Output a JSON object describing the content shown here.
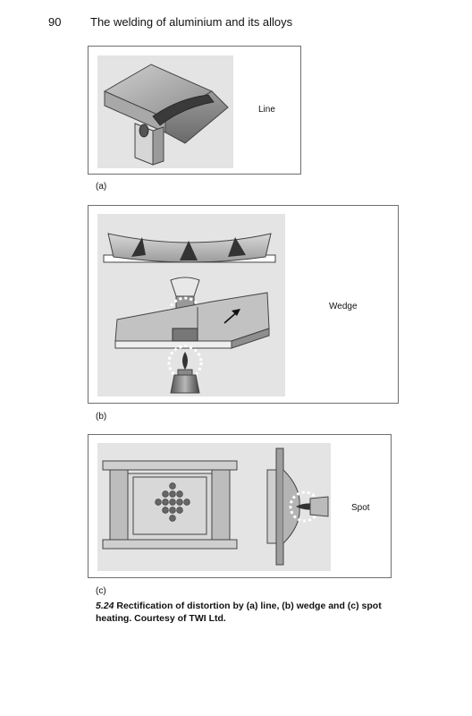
{
  "header": {
    "page_number": "90",
    "running_title": "The welding of aluminium and its alloys"
  },
  "figure": {
    "panels": [
      {
        "id": "a",
        "label": "Line",
        "sub_label": "(a)"
      },
      {
        "id": "b",
        "label": "Wedge",
        "sub_label": "(b)"
      },
      {
        "id": "c",
        "label": "Spot",
        "sub_label": "(c)"
      }
    ],
    "caption": {
      "number": "5.24",
      "text": "Rectification of distortion by (a) line, (b) wedge and (c) spot heating. Courtesy of TWI Ltd."
    }
  }
}
